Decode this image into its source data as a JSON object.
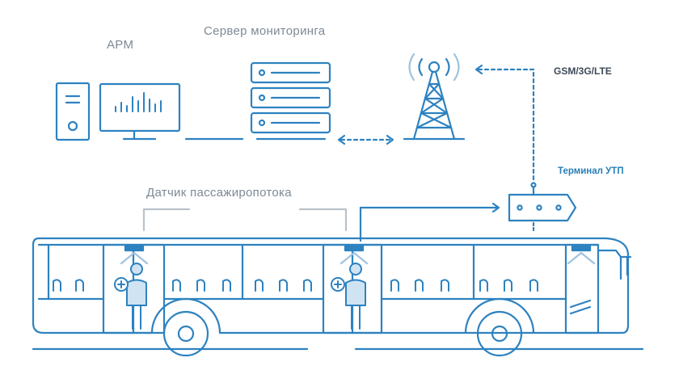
{
  "labels": {
    "arm": "АРМ",
    "server": "Сервер мониторинга",
    "gsm": "GSM/3G/LTE",
    "terminal": "Терминал УТП",
    "sensor": "Датчик пассажиропотока"
  },
  "colors": {
    "stroke": "#2d82c0",
    "label_gray": "#7d8a96",
    "label_dark": "#3c4a58",
    "label_blue": "#2a7fb8",
    "bracket": "#b9c2ca"
  }
}
